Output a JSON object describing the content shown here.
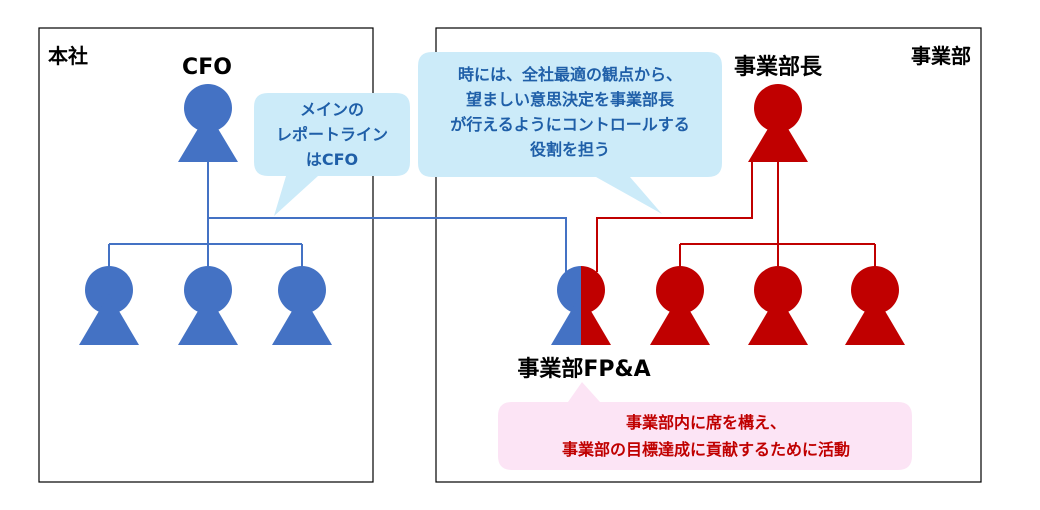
{
  "boxes": {
    "hq_label": "本社",
    "division_label": "事業部"
  },
  "roles": {
    "cfo": "CFO",
    "division_head": "事業部長",
    "division_fpa": "事業部FP&A"
  },
  "callouts": {
    "reporting_line": [
      "メインの",
      "レポートライン",
      "はCFO"
    ],
    "control_role": [
      "時には、全社最適の観点から、",
      "望ましい意思決定を事業部長",
      "が行えるようにコントロールする",
      "役割を担う"
    ],
    "division_role": [
      "事業部内に席を構え、",
      "事業部の目標達成に貢献するために活動"
    ]
  },
  "colors": {
    "hq_blue": "#4472C4",
    "division_red": "#C00000",
    "callout_blue_fill": "#CCEBF9",
    "callout_blue_text": "#1F5FA8",
    "callout_pink_fill": "#FCE4F5",
    "callout_pink_text": "#C00000"
  },
  "icons": {
    "person": "person-icon"
  }
}
